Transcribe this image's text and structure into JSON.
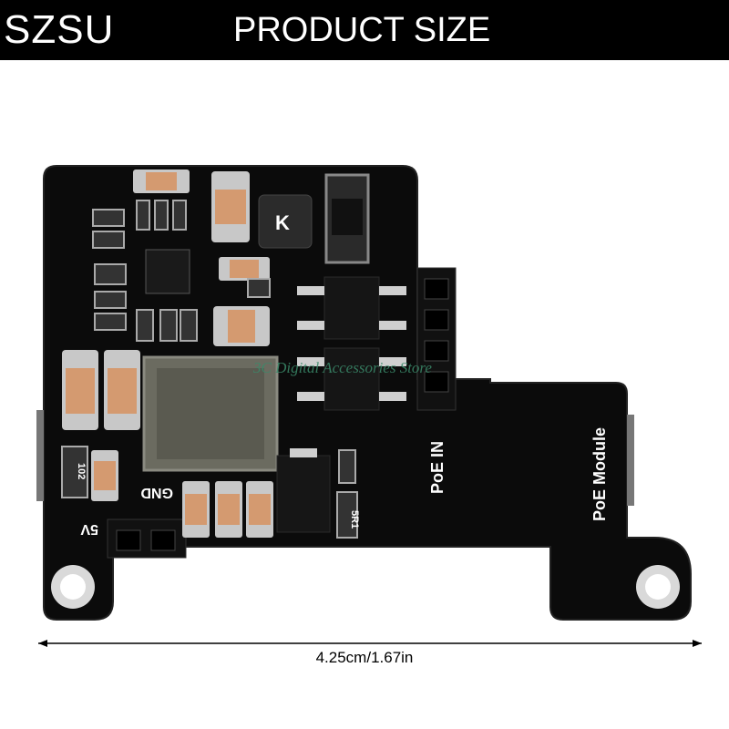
{
  "header": {
    "brand": "SZSU",
    "title": "PRODUCT SIZE"
  },
  "board": {
    "label_poe_in": "PoE IN",
    "label_module": "PoE Module",
    "label_gnd": "GND",
    "label_5v": "5V",
    "label_102": "102",
    "label_5r1": "5R1",
    "label_k": "K"
  },
  "watermark": "3C Digital Accessories Store",
  "dimension": {
    "label": "4.25cm/1.67in"
  }
}
